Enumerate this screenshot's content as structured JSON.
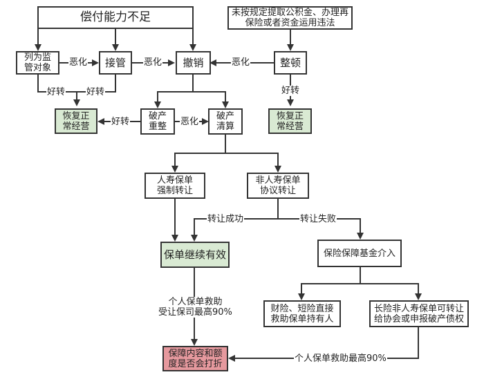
{
  "nodes": {
    "insolvency": "偿付能力不足",
    "violation": "未按规定提取公积金、办理再\n保险或者资金运用违法",
    "supervision": "列为监\n管对象",
    "takeover": "接管",
    "revoke": "撤销",
    "rectify": "整顿",
    "recover_left": "恢复正\n常经营",
    "recover_right": "恢复正\n常经营",
    "reorg": "破产\n重整",
    "liquidation": "破产\n清算",
    "life_transfer": "人寿保单\n强制转让",
    "nonlife_transfer": "非人寿保单\n协议转让",
    "policy_continue": "保单继续有效",
    "fund_intervene": "保险保障基金介入",
    "pc_rescue": "财险、短险直接\n救助保单持有人",
    "long_nonlife": "长险非人寿保单可转让\n给协会或申报破产债权",
    "discount_question": "保障内容和额\n度是否会打折"
  },
  "edge_labels": {
    "worsen_1": "恶化",
    "worsen_2": "恶化",
    "worsen_3": "恶化",
    "worsen_4": "恶化",
    "improve_1": "好转",
    "improve_2": "好转",
    "improve_3": "好转",
    "improve_4": "好转",
    "transfer_success": "转让成功",
    "transfer_fail": "转让失败",
    "rescue_90_a": "个人保单救助\n受让保司最高90%",
    "rescue_90_b": "个人保单救助最高90%"
  },
  "colors": {
    "line": "#333333",
    "green_fill": "#d9ead3",
    "red_fill": "#e6999e"
  }
}
